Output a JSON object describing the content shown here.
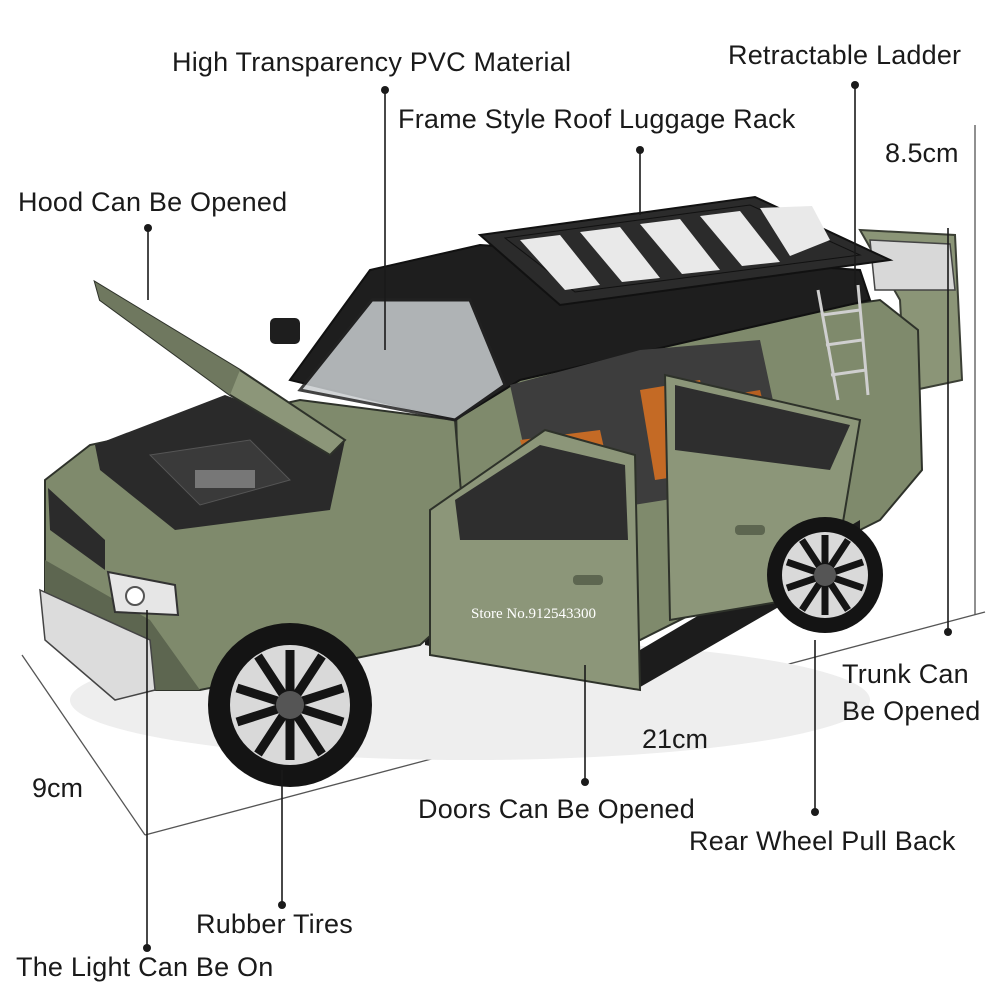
{
  "callouts": {
    "pvc": "High Transparency PVC Material",
    "ladder": "Retractable Ladder",
    "roof_rack": "Frame Style Roof Luggage Rack",
    "hood": "Hood Can Be Opened",
    "trunk_line1": "Trunk Can",
    "trunk_line2": "Be Opened",
    "doors": "Doors Can Be Opened",
    "rear_wheel": "Rear Wheel Pull Back",
    "tires": "Rubber Tires",
    "light": "The Light Can Be On"
  },
  "dimensions": {
    "height": "8.5cm",
    "length": "21cm",
    "width": "9cm"
  },
  "watermark": "Store No.912543300",
  "colors": {
    "body": "#7f8a6c",
    "body_dark": "#5d6650",
    "roof": "#1e1e1e",
    "seat": "#c46a25",
    "rim": "#d9d9d9",
    "tire": "#141414",
    "rack": "#2b2b2b",
    "rack_panel": "#e9e9e9"
  },
  "icons": [
    "callout-dot-icon"
  ]
}
